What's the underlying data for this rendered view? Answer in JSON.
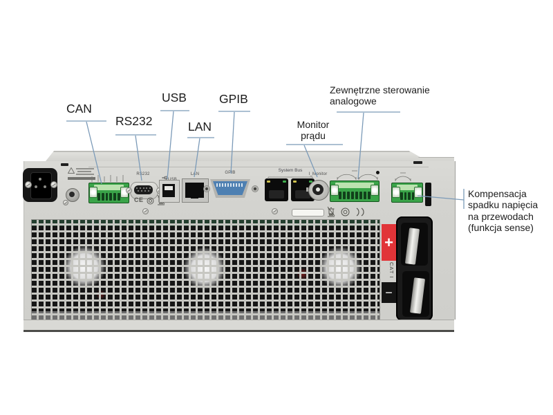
{
  "callouts": {
    "can": {
      "label": "CAN"
    },
    "rs232": {
      "label": "RS232"
    },
    "usb": {
      "label": "USB"
    },
    "lan": {
      "label": "LAN"
    },
    "gpib": {
      "label": "GPIB"
    },
    "current_monitor": {
      "line1": "Monitor",
      "line2": "prądu"
    },
    "analog_control": {
      "line1": "Zewnętrzne sterowanie",
      "line2": "analogowe"
    },
    "sense": {
      "line1": "Kompensacja",
      "line2": "spadku napięcia",
      "line3": "na przewodach",
      "line4": "(funkcja sense)"
    }
  },
  "panel": {
    "silk": {
      "rs232": "RS232",
      "usb": "USB",
      "lan": "LAN",
      "gpib": "GPIB",
      "system_bus": "System Bus",
      "i_monitor": "I_Monitor",
      "ce_mark": "CE"
    },
    "output": {
      "plus": "+",
      "minus": "−",
      "category": "CAT I"
    }
  },
  "colors": {
    "leader_line": "#7b9ab8",
    "chassis_gray": "#d3d3cf",
    "terminal_green": "#3aa449",
    "gpib_blue": "#4e80b2",
    "plus_red": "#e13438",
    "grille_dark": "#161616"
  },
  "icons": {
    "usb_trident": "usb-trident-icon",
    "warning_triangle": "warning-triangle-icon",
    "weee_bin": "weee-crossed-bin-icon",
    "cert_circle": "cert-circle-icon",
    "cert_arcs": "cert-arcs-icon"
  }
}
